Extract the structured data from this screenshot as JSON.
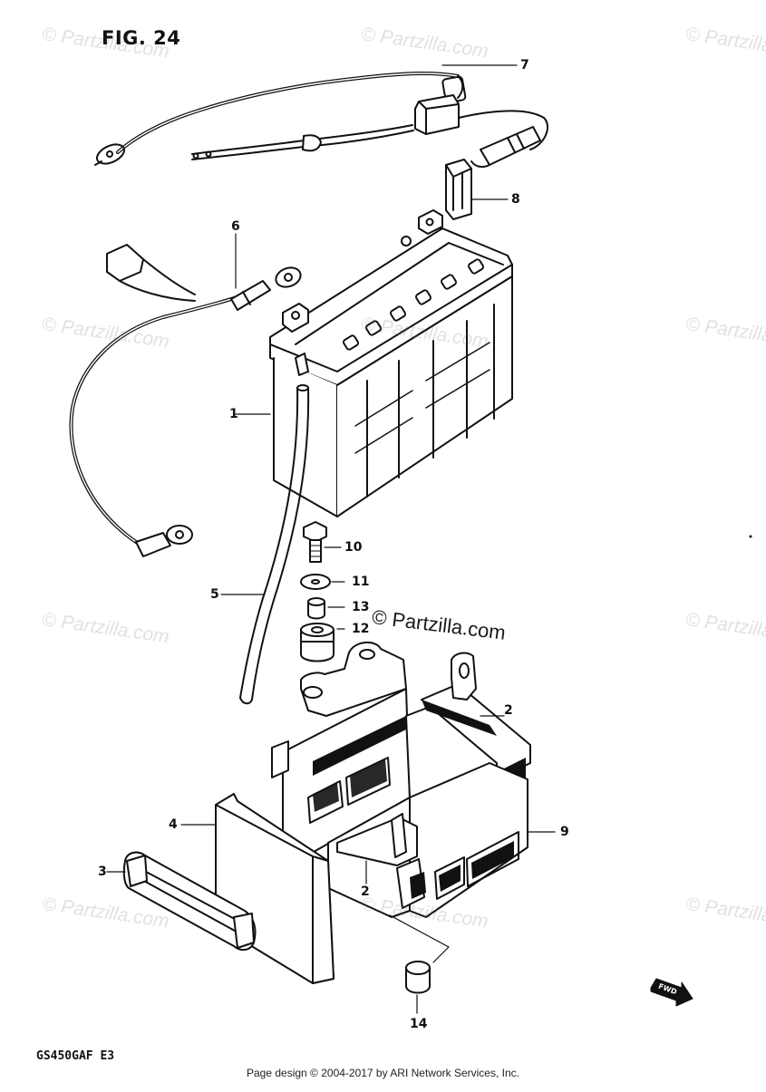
{
  "figure_title": "FIG. 24",
  "model_code": "GS450GAF E3",
  "footer": "Page design © 2004-2017 by ARI Network Services, Inc.",
  "watermark": "© Partzilla.com",
  "watermark_center": "© Partzilla.com",
  "forward_marker": "FWD",
  "callouts": [
    {
      "number": "1"
    },
    {
      "number": "2"
    },
    {
      "number": "2"
    },
    {
      "number": "3"
    },
    {
      "number": "4"
    },
    {
      "number": "5"
    },
    {
      "number": "6"
    },
    {
      "number": "7"
    },
    {
      "number": "8"
    },
    {
      "number": "9"
    },
    {
      "number": "10"
    },
    {
      "number": "11"
    },
    {
      "number": "12"
    },
    {
      "number": "13"
    },
    {
      "number": "14"
    }
  ]
}
